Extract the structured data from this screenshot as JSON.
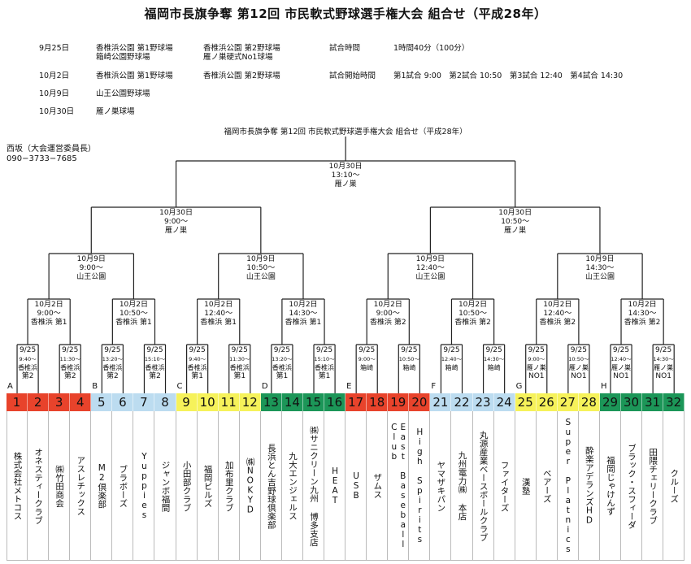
{
  "title": "福岡市長旗争奪 第12回 市民軟式野球選手権大会 組合せ（平成28年）",
  "schedule": [
    {
      "date": "9月25日",
      "venue1": "香椎浜公園 第1野球場",
      "venue1b": "箱崎公園野球場",
      "venue2": "香椎浜公園 第2野球場",
      "venue2b": "雁ノ巣硬式No1球場",
      "label": "試合時間",
      "value": "1時間40分（100分）"
    },
    {
      "date": "10月2日",
      "venue1": "香椎浜公園 第1野球場",
      "venue2": "香椎浜公園 第2野球場",
      "label": "試合開始時間",
      "value": "第1試合 9:00　第2試合 10:50　第3試合 12:40　第4試合 14:30"
    },
    {
      "date": "10月9日",
      "venue1": "山王公園野球場"
    },
    {
      "date": "10月30日",
      "venue1": "雁ノ巣球場"
    }
  ],
  "inner_title": "福岡市長旗争奪 第12回 市民軟式野球選手権大会 組合せ（平成28年）",
  "contact": {
    "name": "西坂（大会運営委員長）",
    "phone": "090−3733−7685"
  },
  "bracket": {
    "final": [
      "10月30日",
      "13:10～",
      "雁ノ巣"
    ],
    "semis": [
      [
        "10月30日",
        "9:00～",
        "雁ノ巣"
      ],
      [
        "10月30日",
        "10:50～",
        "雁ノ巣"
      ]
    ],
    "quarters": [
      [
        "10月9日",
        "9:00～",
        "山王公園"
      ],
      [
        "10月9日",
        "10:50～",
        "山王公園"
      ],
      [
        "10月9日",
        "12:40～",
        "山王公園"
      ],
      [
        "10月9日",
        "14:30～",
        "山王公園"
      ]
    ],
    "round2": [
      [
        "10月2日",
        "9:00～",
        "香椎浜 第1"
      ],
      [
        "10月2日",
        "10:50～",
        "香椎浜 第1"
      ],
      [
        "10月2日",
        "12:40～",
        "香椎浜 第1"
      ],
      [
        "10月2日",
        "14:30～",
        "香椎浜 第1"
      ],
      [
        "10月2日",
        "9:00～",
        "香椎浜 第2"
      ],
      [
        "10月2日",
        "10:50～",
        "香椎浜 第2"
      ],
      [
        "10月2日",
        "12:40～",
        "香椎浜 第2"
      ],
      [
        "10月2日",
        "14:30～",
        "香椎浜 第2"
      ]
    ],
    "round1": [
      [
        "9/25",
        "9:40～",
        "香椎浜",
        "第2"
      ],
      [
        "9/25",
        "11:30～",
        "香椎浜",
        "第2"
      ],
      [
        "9/25",
        "13:20～",
        "香椎浜",
        "第2"
      ],
      [
        "9/25",
        "15:10～",
        "香椎浜",
        "第2"
      ],
      [
        "9/25",
        "9:40～",
        "香椎浜",
        "第1"
      ],
      [
        "9/25",
        "11:30～",
        "香椎浜",
        "第1"
      ],
      [
        "9/25",
        "13:20～",
        "香椎浜",
        "第1"
      ],
      [
        "9/25",
        "15:10～",
        "香椎浜",
        "第1"
      ],
      [
        "9/25",
        "9:00～",
        "箱崎"
      ],
      [
        "9/25",
        "10:50～",
        "箱崎"
      ],
      [
        "9/25",
        "12:40～",
        "箱崎"
      ],
      [
        "9/25",
        "14:30～",
        "箱崎"
      ],
      [
        "9/25",
        "9:00～",
        "雁ノ巣",
        "NO1"
      ],
      [
        "9/25",
        "10:50～",
        "雁ノ巣",
        "NO1"
      ],
      [
        "9/25",
        "12:40～",
        "雁ノ巣",
        "NO1"
      ],
      [
        "9/25",
        "14:30～",
        "雁ノ巣",
        "NO1"
      ]
    ]
  },
  "groups": [
    {
      "letter": "A",
      "color": "#e8432b"
    },
    {
      "letter": "B",
      "color": "#bcdcf0"
    },
    {
      "letter": "C",
      "color": "#f6f25a"
    },
    {
      "letter": "D",
      "color": "#1c9658"
    },
    {
      "letter": "E",
      "color": "#e8432b"
    },
    {
      "letter": "F",
      "color": "#bcdcf0"
    },
    {
      "letter": "G",
      "color": "#f6f25a"
    },
    {
      "letter": "H",
      "color": "#1c9658"
    }
  ],
  "teams": [
    {
      "no": "1",
      "name": "株式会社メトコス"
    },
    {
      "no": "2",
      "name": "オネスティークラブ"
    },
    {
      "no": "3",
      "name": "㈱竹田商会"
    },
    {
      "no": "4",
      "name": "アスレチックス"
    },
    {
      "no": "5",
      "name": "M2倶楽部"
    },
    {
      "no": "6",
      "name": "ブラボーズ"
    },
    {
      "no": "7",
      "name": "Yuppies"
    },
    {
      "no": "8",
      "name": "ジャンボ福間"
    },
    {
      "no": "9",
      "name": "小田部クラブ"
    },
    {
      "no": "10",
      "name": "福岡ビルズ"
    },
    {
      "no": "11",
      "name": "加布里クラブ"
    },
    {
      "no": "12",
      "name": "㈱NOKYD"
    },
    {
      "no": "13",
      "name": "長浜とん吉野球倶楽部"
    },
    {
      "no": "14",
      "name": "九大エンジェルス"
    },
    {
      "no": "15",
      "name": "㈱サニクリーン九州 博多支店"
    },
    {
      "no": "16",
      "name": "HEAT"
    },
    {
      "no": "17",
      "name": "USB"
    },
    {
      "no": "18",
      "name": "ザムス"
    },
    {
      "no": "19",
      "name": "East Baseball\nClub"
    },
    {
      "no": "20",
      "name": "High Spirits"
    },
    {
      "no": "21",
      "name": "ヤマザキパン"
    },
    {
      "no": "22",
      "name": "九州電力㈱ 本店"
    },
    {
      "no": "23",
      "name": "丸源産業ベースボールクラブ"
    },
    {
      "no": "24",
      "name": "ファイターズ"
    },
    {
      "no": "25",
      "name": "漢塾"
    },
    {
      "no": "26",
      "name": "ベアーズ"
    },
    {
      "no": "27",
      "name": "Super Platnics"
    },
    {
      "no": "28",
      "name": "酔楽アデランズHD"
    },
    {
      "no": "29",
      "name": "福岡じゃけんず"
    },
    {
      "no": "30",
      "name": "ブラック・スフィーダ"
    },
    {
      "no": "31",
      "name": "田隈チェリークラブ"
    },
    {
      "no": "32",
      "name": "クルーズ"
    }
  ]
}
